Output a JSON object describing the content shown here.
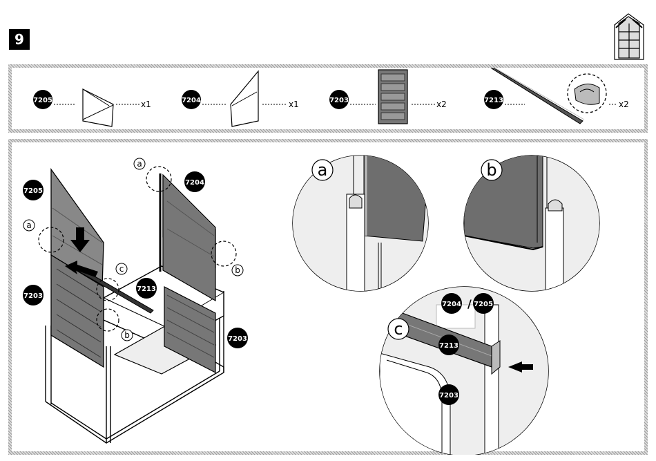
{
  "step": {
    "number": "9"
  },
  "parts": [
    {
      "label": "7205",
      "qty": "x1"
    },
    {
      "label": "7204",
      "qty": "x1"
    },
    {
      "label": "7203",
      "qty": "x2"
    },
    {
      "label": "7213",
      "qty": "x2"
    }
  ],
  "main": {
    "labels": {
      "left_panel": "7205",
      "right_panel": "7204",
      "left_shutter": "7203",
      "right_shutter": "7203",
      "bar": "7213"
    },
    "callouts": {
      "a": "a",
      "b": "b",
      "c": "c"
    }
  },
  "details": {
    "a": {
      "letter": "a"
    },
    "b": {
      "letter": "b"
    },
    "c": {
      "letter": "c",
      "panel_left": "7204",
      "separator": "/",
      "panel_right": "7205",
      "bar": "7213",
      "shutter": "7203"
    }
  }
}
